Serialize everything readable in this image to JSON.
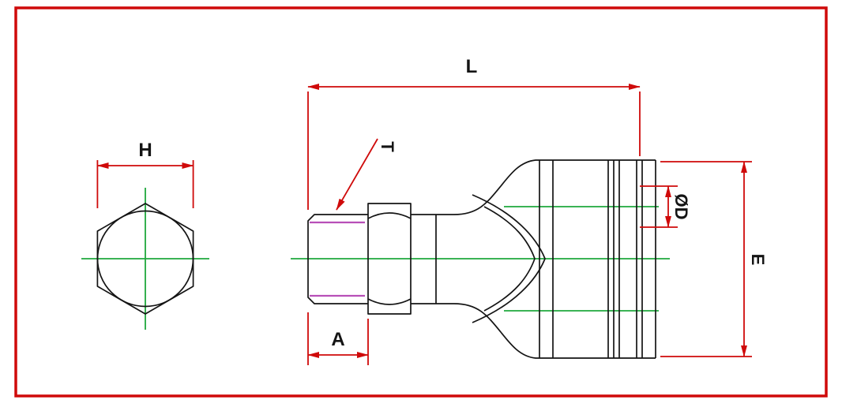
{
  "drawing": {
    "labels": {
      "h": "H",
      "l": "L",
      "t": "T",
      "a": "A",
      "od": "ØD",
      "e": "E"
    },
    "colors": {
      "frame": "#cf0a0a",
      "dimension": "#cf0a0a",
      "centerline": "#1fa83d",
      "thread": "#b84fb8",
      "outline": "#141414"
    }
  }
}
